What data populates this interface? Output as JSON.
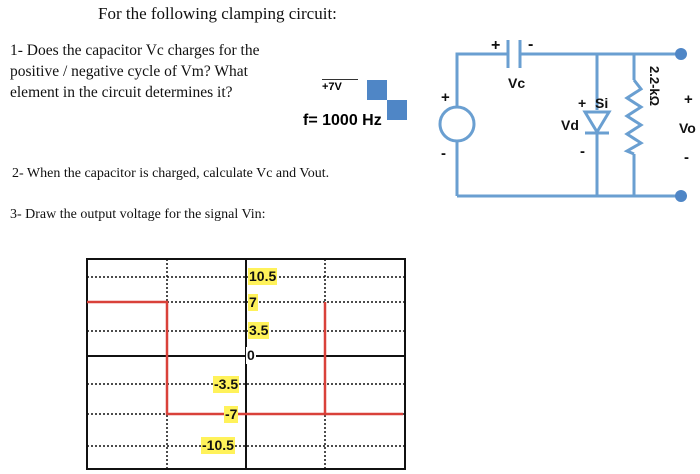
{
  "header": {
    "title": "For the following clamping circuit:"
  },
  "questions": [
    "1- Does the capacitor Vc charges for the positive / negative cycle of Vm? What element in the circuit determines it?",
    "2- When the capacitor is charged, calculate Vc and Vout.",
    "3- Draw the output voltage for the signal Vin:"
  ],
  "signal": {
    "amplitude": "+7V",
    "frequency": "f= 1000 Hz"
  },
  "circuit": {
    "cap_plus": "+",
    "cap_minus": "-",
    "cap_label": "Vc",
    "source_plus": "+",
    "source_minus": "-",
    "diode_plus": "+",
    "diode_type": "Si",
    "diode_label": "Vd",
    "diode_minus": "-",
    "resistor_label": "2.2-kΩ",
    "out_plus": "+",
    "out_label": "Vo",
    "out_minus": "-",
    "wire_color": "#6a9fd1"
  },
  "graph": {
    "labels": [
      "10.5",
      "7",
      "3.5",
      "0",
      "-3.5",
      "-7",
      "-10.5"
    ],
    "trace_color": "#d9413a"
  }
}
